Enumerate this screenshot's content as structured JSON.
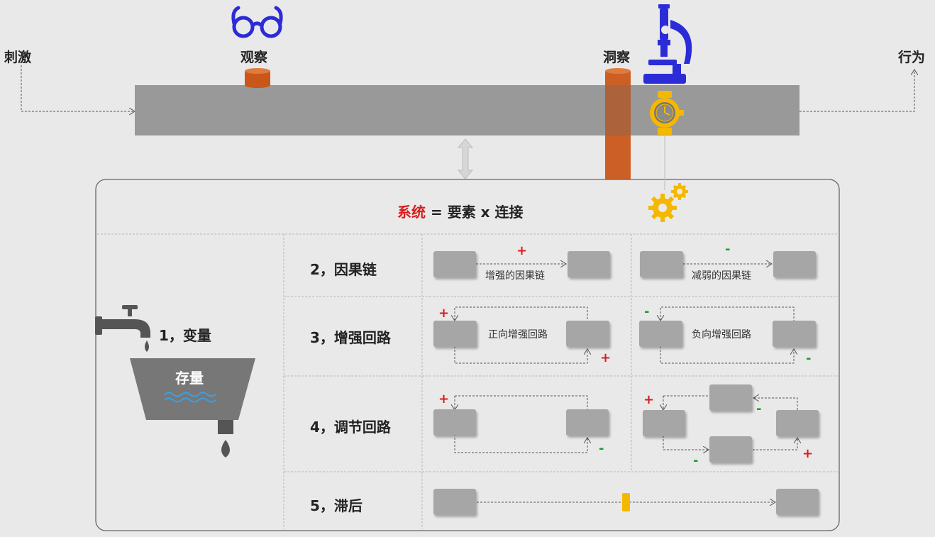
{
  "top": {
    "stimulus": "刺激",
    "observe": "观察",
    "insight": "洞察",
    "behavior": "行为"
  },
  "system": {
    "title_prefix": "系统",
    "title_rest": "= 要素 x 连接"
  },
  "variable": {
    "label": "1，变量",
    "stock": "存量"
  },
  "rows": [
    {
      "label": "2，因果链",
      "left_caption": "增强的因果链",
      "right_caption": "减弱的因果链"
    },
    {
      "label": "3，增强回路",
      "left_caption": "正向增强回路",
      "right_caption": "负向增强回路"
    },
    {
      "label": "4，调节回路"
    },
    {
      "label": "5，滞后"
    }
  ],
  "signs": {
    "plus": "+",
    "minus": "-"
  },
  "colors": {
    "accent_red": "#d91c1c",
    "accent_green": "#17a02f",
    "orange": "#c9571a",
    "blue": "#2b2bd8",
    "yellow": "#f5b800",
    "bar_gray": "#999999",
    "box_gray": "#a6a6a6"
  },
  "icons": [
    "glasses-icon",
    "microscope-icon",
    "watch-icon",
    "gears-icon",
    "faucet-icon",
    "water-drop-icon"
  ]
}
